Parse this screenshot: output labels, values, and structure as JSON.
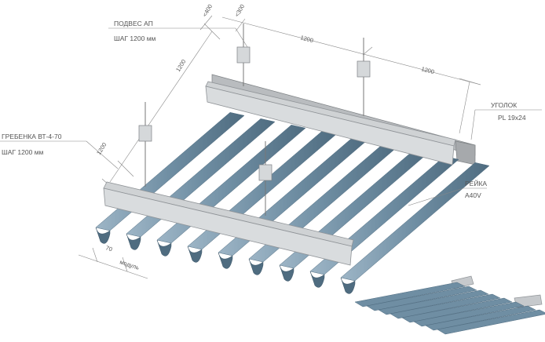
{
  "labels": {
    "hanger_title": "ПОДВЕС АП",
    "hanger_step": "ШАГ 1200 мм",
    "comb_title": "ГРЕБЕНКА ВТ-4-70",
    "comb_step": "ШАГ 1200 мм",
    "angle_title": "УГОЛОК",
    "angle_spec": "PL 19x24",
    "slat_title": "РЕЙКА",
    "slat_spec": "A40V"
  },
  "dimensions": {
    "top_a": "<400",
    "top_b": "<300",
    "top_1200_a": "1200",
    "top_1200_b": "1200",
    "left_1200_a": "1200",
    "left_1200_b": "1200",
    "module_value": "70",
    "module_label": "модуль"
  },
  "colors": {
    "slat": "#6f8ea3",
    "slat_dark": "#4f6c80",
    "slat_light": "#9db5c6",
    "comb": "#cfd2d4",
    "comb_edge": "#8f9397",
    "angle": "#b9bcbf"
  }
}
